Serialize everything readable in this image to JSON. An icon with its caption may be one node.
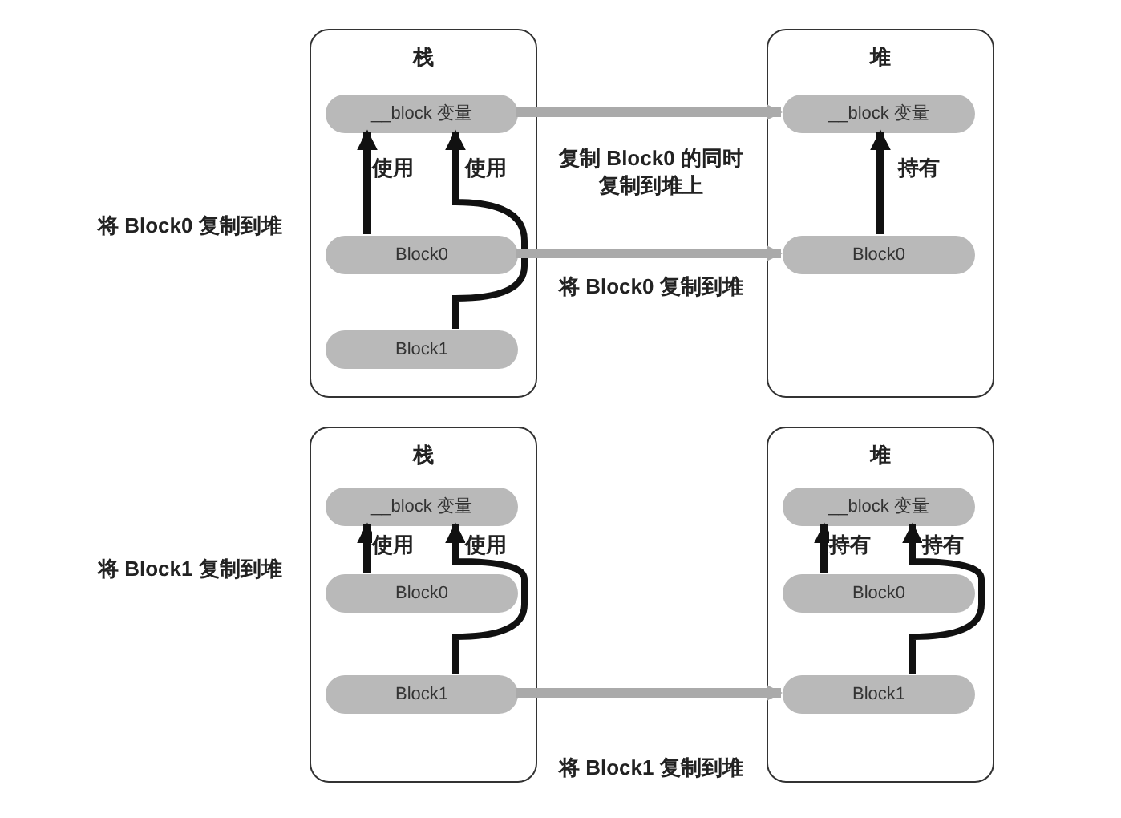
{
  "diagram": {
    "nodes": [
      {
        "text": [
          "栈"
        ]
      },
      {
        "text": [
          "__block 变量"
        ],
        "in": 0
      },
      {
        "text": [
          "Block0"
        ],
        "in": 0
      },
      {
        "text": [
          "Block1"
        ],
        "in": 0
      },
      {
        "text": [
          "堆"
        ]
      },
      {
        "text": [
          "__block 变量"
        ],
        "in": 4
      },
      {
        "text": [
          "Block0"
        ],
        "in": 4
      },
      {
        "text": [
          "栈"
        ]
      },
      {
        "text": [
          "__block 变量"
        ],
        "in": 7
      },
      {
        "text": [
          "Block0"
        ],
        "in": 7
      },
      {
        "text": [
          "Block1"
        ],
        "in": 7
      },
      {
        "text": [
          "堆"
        ]
      },
      {
        "text": [
          "__block 变量"
        ],
        "in": 11
      },
      {
        "text": [
          "Block0"
        ],
        "in": 11
      },
      {
        "text": [
          "Block1"
        ],
        "in": 11
      }
    ],
    "edges": [
      {
        "from": 2,
        "to": 1,
        "arrow": "to",
        "label": "使用"
      },
      {
        "from": 3,
        "to": 1,
        "arrow": "to",
        "label": "使用"
      },
      {
        "from": 1,
        "to": 5,
        "arrow": "to",
        "label": "复制 Block0 的同时复制到堆上",
        "color": "#aaaaaa"
      },
      {
        "from": 2,
        "to": 6,
        "arrow": "to",
        "label": "将 Block0 复制到堆",
        "color": "#aaaaaa"
      },
      {
        "from": 6,
        "to": 5,
        "arrow": "to",
        "label": "持有"
      },
      {
        "from": 9,
        "to": 8,
        "arrow": "to",
        "label": "使用"
      },
      {
        "from": 10,
        "to": 8,
        "arrow": "to",
        "label": "使用"
      },
      {
        "from": 10,
        "to": 14,
        "arrow": "to",
        "label": "将 Block1 复制到堆",
        "color": "#aaaaaa"
      },
      {
        "from": 13,
        "to": 12,
        "arrow": "to",
        "label": "持有"
      },
      {
        "from": 14,
        "to": 12,
        "arrow": "to",
        "label": "持有"
      }
    ],
    "labels": [
      "将 Block0 复制到堆",
      "将 Block1 复制到堆"
    ]
  }
}
